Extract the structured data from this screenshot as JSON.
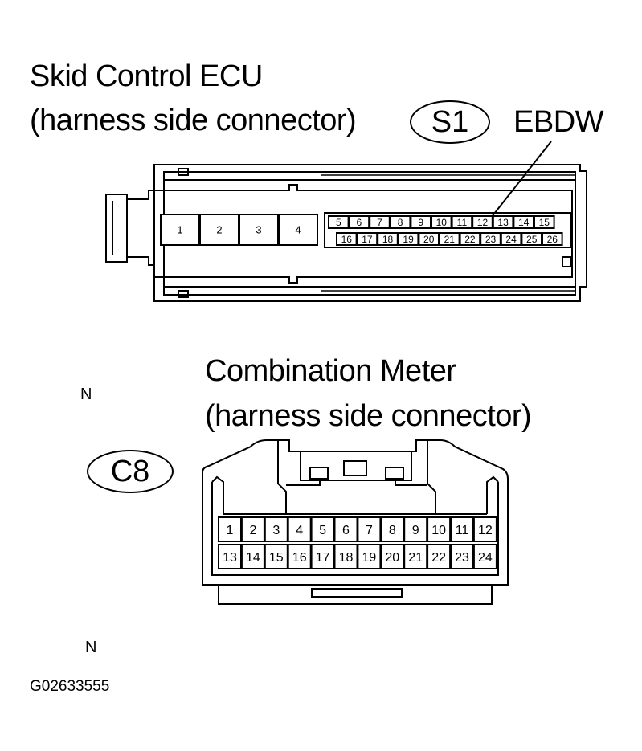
{
  "ecu": {
    "title_line1": "Skid Control ECU",
    "title_line2": "(harness side connector)",
    "connector_code": "S1",
    "terminal_label": "EBDW",
    "large_pins": [
      "1",
      "2",
      "3",
      "4"
    ],
    "top_row_pins": [
      "5",
      "6",
      "7",
      "8",
      "9",
      "10",
      "11",
      "12",
      "13",
      "14",
      "15"
    ],
    "bottom_row_pins": [
      "16",
      "17",
      "18",
      "19",
      "20",
      "21",
      "22",
      "23",
      "24",
      "25",
      "26"
    ]
  },
  "meter": {
    "title_line1": "Combination Meter",
    "title_line2": "(harness side connector)",
    "connector_code": "C8",
    "top_row_pins": [
      "1",
      "2",
      "3",
      "4",
      "5",
      "6",
      "7",
      "8",
      "9",
      "10",
      "11",
      "12"
    ],
    "bottom_row_pins": [
      "13",
      "14",
      "15",
      "16",
      "17",
      "18",
      "19",
      "20",
      "21",
      "22",
      "23",
      "24"
    ]
  },
  "markers": {
    "n_upper": "N",
    "n_lower": "N"
  },
  "figure_code": "G02633555"
}
